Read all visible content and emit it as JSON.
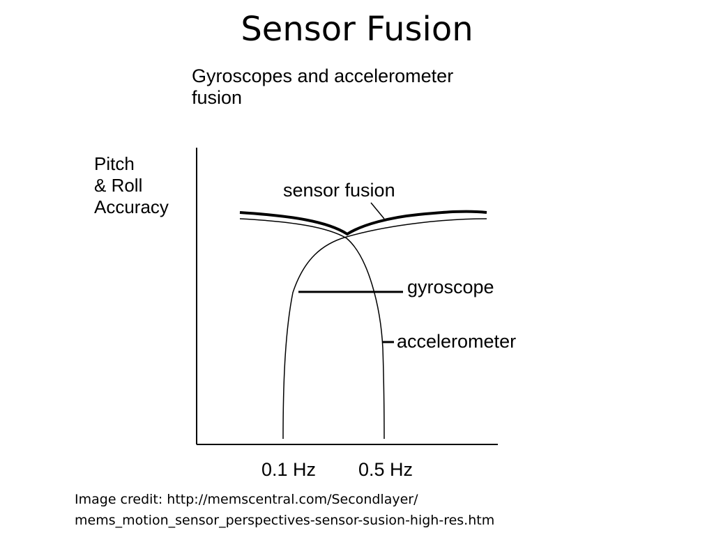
{
  "slide": {
    "title": "Sensor Fusion"
  },
  "figure": {
    "title": "Gyroscopes and accelerometer\nfusion",
    "y_axis_label": "Pitch\n& Roll\nAccuracy",
    "curve_labels": {
      "sensor_fusion": "sensor fusion",
      "gyroscope": "gyroscope",
      "accelerometer": "accelerometer"
    },
    "x_ticks": [
      "0.1 Hz",
      "0.5 Hz"
    ]
  },
  "credit": {
    "line1": "Image credit: http://memscentral.com/Secondlayer/",
    "line2": "mems_motion_sensor_perspectives-sensor-susion-high-res.htm"
  }
}
